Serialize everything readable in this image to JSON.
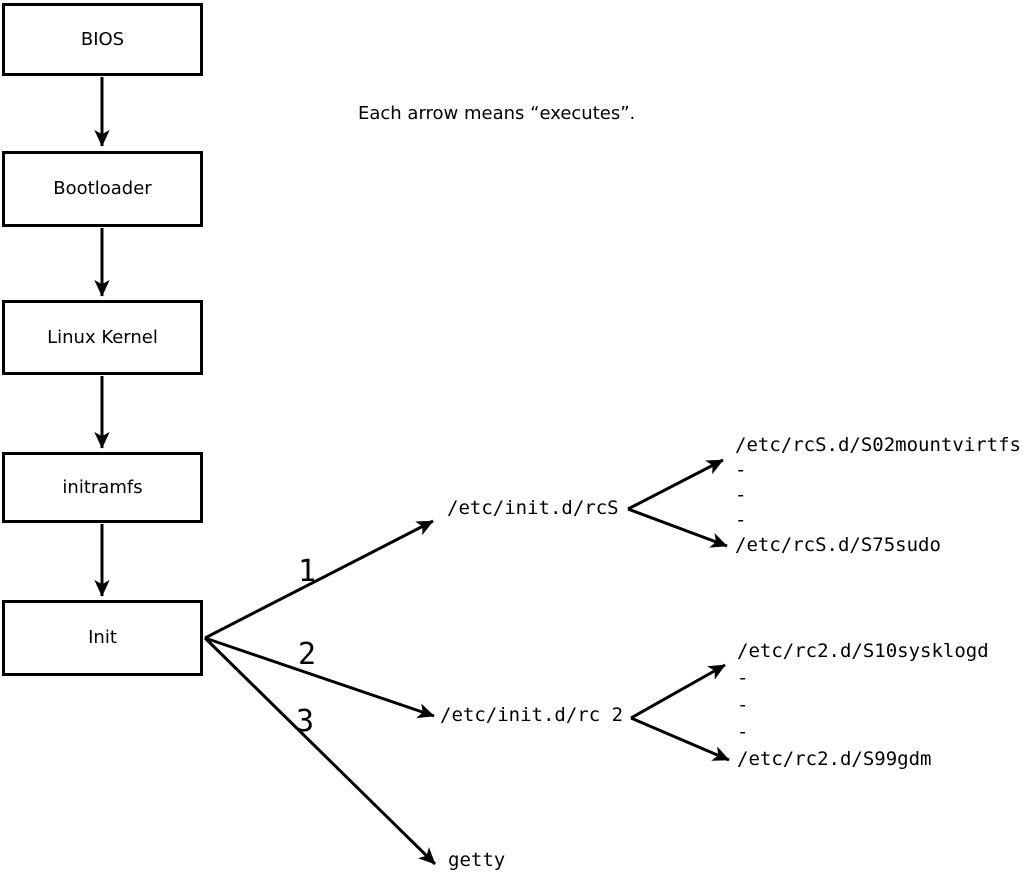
{
  "colors": {
    "ink": "#000000",
    "background": "#ffffff"
  },
  "note": "Each arrow means “executes”.",
  "chain": [
    {
      "label": "BIOS"
    },
    {
      "label": "Bootloader"
    },
    {
      "label": "Linux Kernel"
    },
    {
      "label": "initramfs"
    },
    {
      "label": "Init"
    }
  ],
  "init_branches": [
    {
      "number": "1",
      "target": "/etc/init.d/rcS"
    },
    {
      "number": "2",
      "target": "/etc/init.d/rc 2"
    },
    {
      "number": "3",
      "target": "getty"
    }
  ],
  "rcS_dir_listing": [
    "/etc/rcS.d/S02mountvirtfs",
    "-",
    "-",
    "-",
    "/etc/rcS.d/S75sudo"
  ],
  "rc2_dir_listing": [
    "/etc/rc2.d/S10sysklogd",
    "-",
    "-",
    "-",
    "/etc/rc2.d/S99gdm"
  ]
}
